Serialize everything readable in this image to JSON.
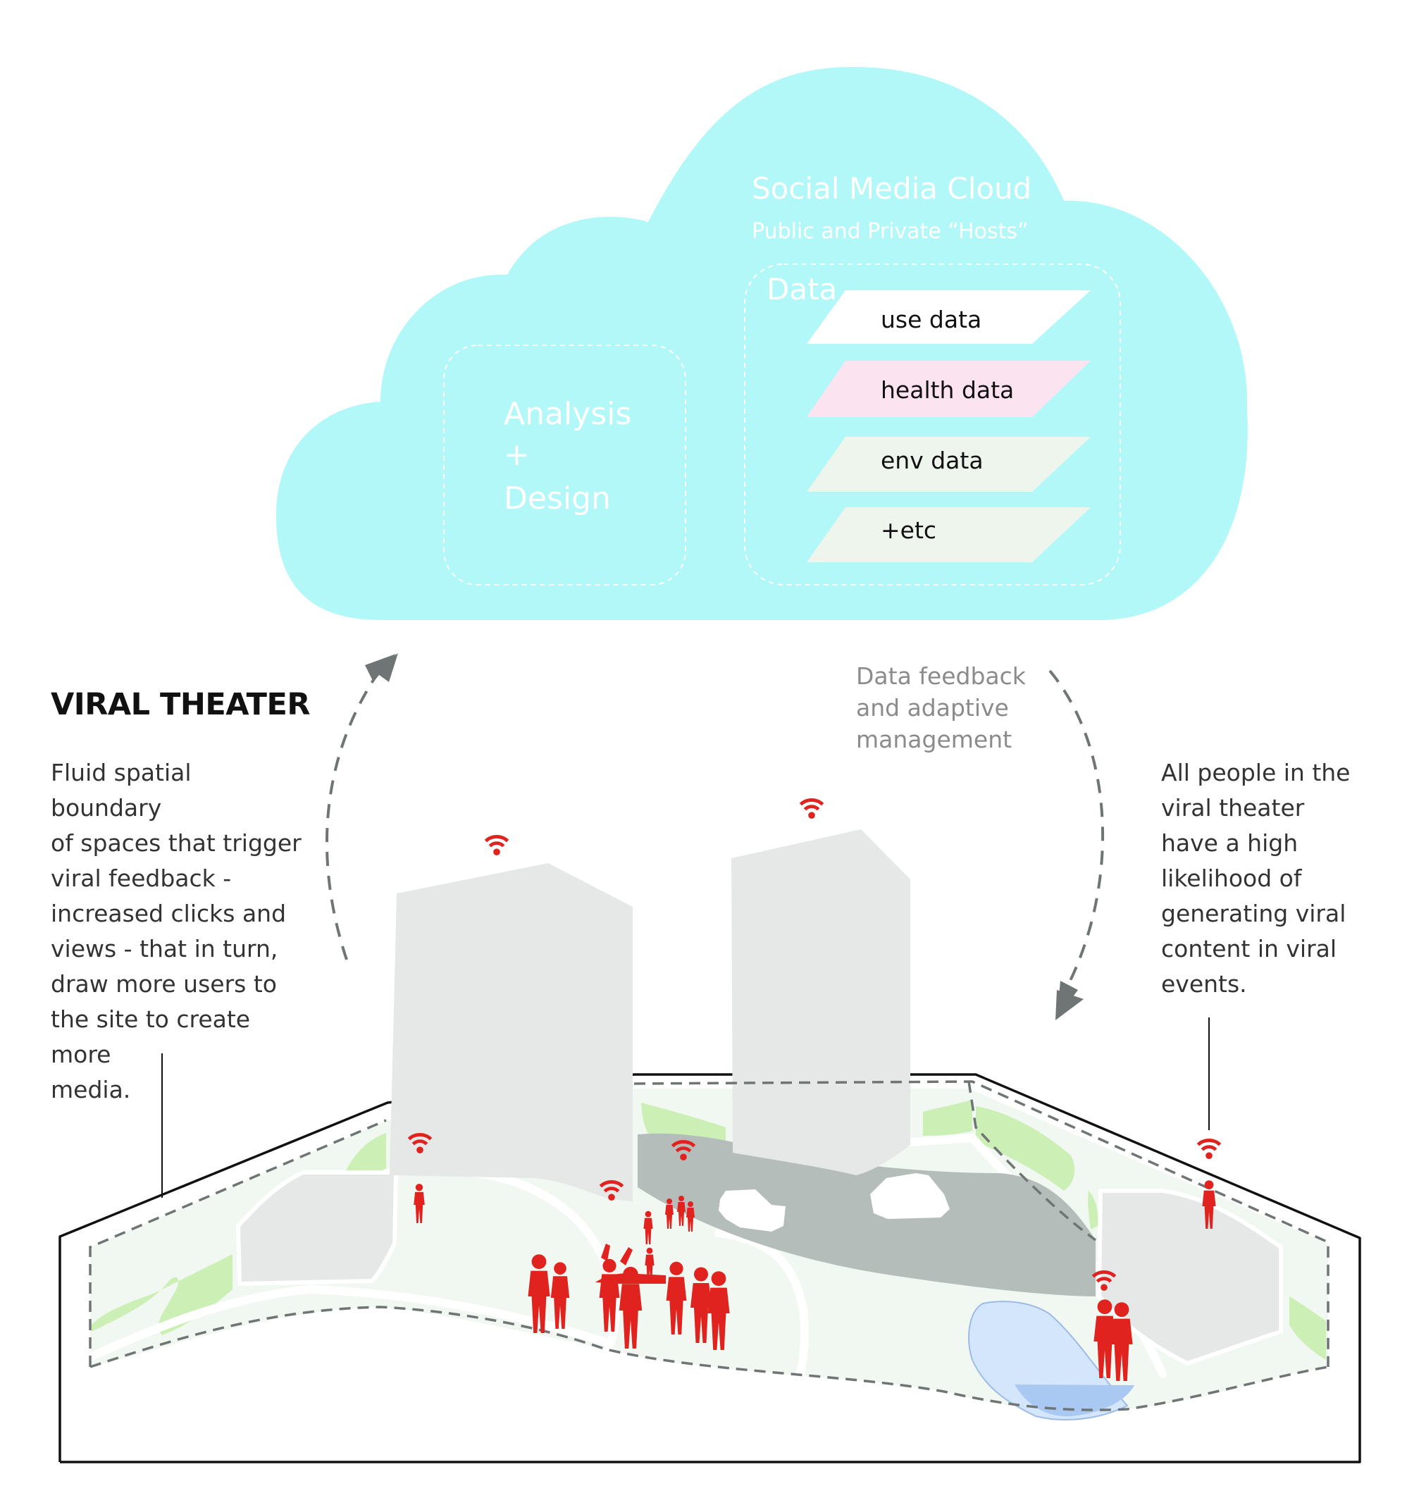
{
  "cloud": {
    "title": "Social Media Cloud",
    "subtitle": "Public and Private “Hosts”",
    "analysis_box": {
      "lines": [
        "Analysis",
        "+",
        "Design"
      ]
    },
    "data_box": {
      "label": "Data",
      "layers": [
        {
          "label": "use data",
          "color": "#ffffff"
        },
        {
          "label": "health data",
          "color": "#fbe4f0"
        },
        {
          "label": "env data",
          "color": "#eef5ec"
        },
        {
          "label": "+etc",
          "color": "#eef5ec"
        }
      ]
    },
    "fill_color": "#b3f8f8"
  },
  "left_panel": {
    "heading": "VIRAL THEATER",
    "text": "Fluid spatial boundary\nof spaces that trigger\nviral feedback -\nincreased clicks and\nviews -  that in turn,\ndraw more users to\nthe site to create more\nmedia."
  },
  "feedback_label": "Data feedback\nand adaptive\nmanagement",
  "right_panel": {
    "text": "All people in the\nviral theater\nhave a high\nlikelihood of\ngenerating viral\ncontent in viral\nevents."
  },
  "colors": {
    "people": "#e0231f",
    "buildings": "#e6e8e8",
    "ground": "#f1f7f1",
    "green_patches": "#ccefb6",
    "road": "#b5bdba",
    "water": "#d4e6fb"
  },
  "icons": [
    "wifi-icon",
    "person-icon",
    "car-icon",
    "arrow-icon"
  ]
}
